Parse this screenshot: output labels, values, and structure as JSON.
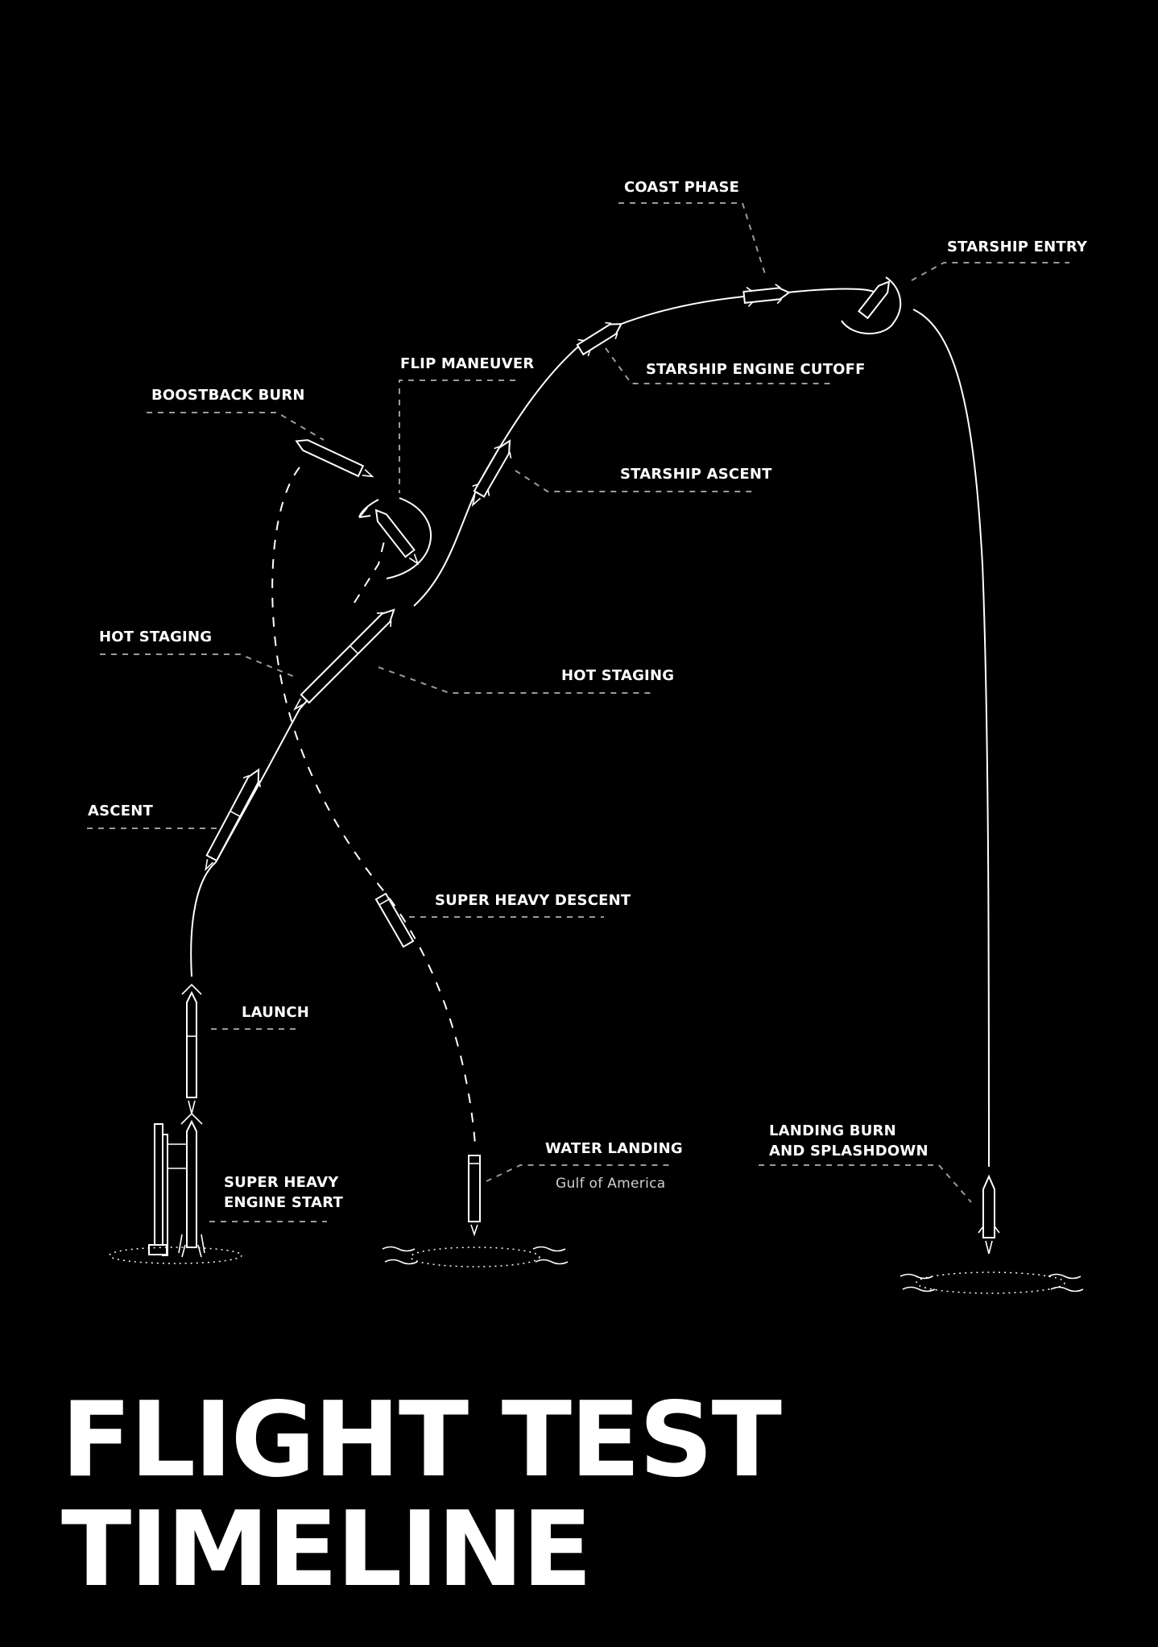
{
  "title": {
    "line1": "FLIGHT TEST",
    "line2": "TIMELINE"
  },
  "labels": {
    "coast_phase": "COAST PHASE",
    "starship_entry": "STARSHIP ENTRY",
    "flip_maneuver": "FLIP MANEUVER",
    "starship_engine_cutoff": "STARSHIP ENGINE CUTOFF",
    "boostback_burn": "BOOSTBACK BURN",
    "starship_ascent": "STARSHIP ASCENT",
    "hot_staging_left": "HOT STAGING",
    "hot_staging_right": "HOT STAGING",
    "ascent": "ASCENT",
    "super_heavy_descent": "SUPER HEAVY DESCENT",
    "launch": "LAUNCH",
    "water_landing": "WATER LANDING",
    "water_landing_sub": "Gulf of America",
    "landing_burn_1": "LANDING BURN",
    "landing_burn_2": "AND SPLASHDOWN",
    "engine_start_1": "SUPER HEAVY",
    "engine_start_2": "ENGINE START"
  },
  "colors": {
    "background": "#000000",
    "foreground": "#ffffff",
    "leader": "#9a9a9a"
  }
}
